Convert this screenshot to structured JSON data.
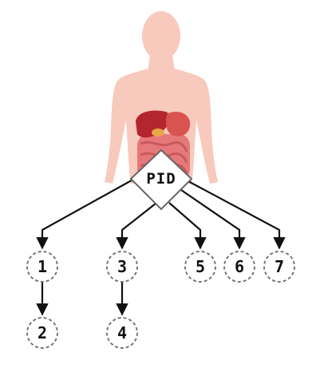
{
  "diagram": {
    "root": {
      "id": "pid",
      "label": "PID"
    },
    "nodes": [
      {
        "id": "n1",
        "label": "1"
      },
      {
        "id": "n2",
        "label": "2"
      },
      {
        "id": "n3",
        "label": "3"
      },
      {
        "id": "n4",
        "label": "4"
      },
      {
        "id": "n5",
        "label": "5"
      },
      {
        "id": "n6",
        "label": "6"
      },
      {
        "id": "n7",
        "label": "7"
      }
    ],
    "edges": [
      {
        "from": "pid",
        "to": "n1"
      },
      {
        "from": "pid",
        "to": "n3"
      },
      {
        "from": "pid",
        "to": "n5"
      },
      {
        "from": "pid",
        "to": "n6"
      },
      {
        "from": "pid",
        "to": "n7"
      },
      {
        "from": "n1",
        "to": "n2"
      },
      {
        "from": "n3",
        "to": "n4"
      }
    ]
  },
  "illustration": {
    "subject": "human-body-silhouette-with-digestive-organs",
    "colors": {
      "body": "#f8c9bd",
      "liver": "#b3262e",
      "stomach": "#d9534f",
      "intestine": "#e7787a",
      "intestine_dark": "#c95a5c"
    }
  },
  "style": {
    "node_border": "#777777",
    "arrow": "#111111",
    "diamond_border": "#666666"
  }
}
